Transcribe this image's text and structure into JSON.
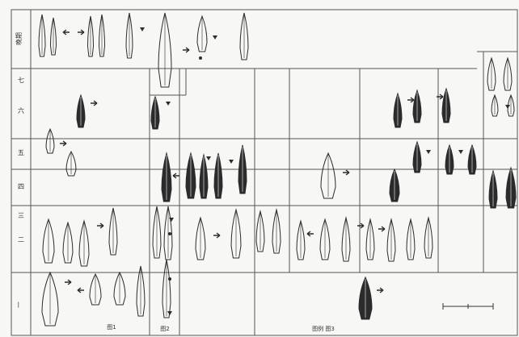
{
  "row_labels": [
    "晚期",
    "七",
    "六",
    "五",
    "四",
    "三",
    "二",
    "一"
  ],
  "captions": {
    "bottom_left_1": "图1",
    "bottom_left_2": "图2",
    "bottom_center": "图例 图3"
  },
  "colors": {
    "ink": "#2b2b2b",
    "grid": "#555555",
    "background": "#f7f7f5"
  },
  "icon_vocab": [
    "artifact-icon",
    "arrow-icon",
    "triangle-marker-icon",
    "circle-marker-icon"
  ]
}
